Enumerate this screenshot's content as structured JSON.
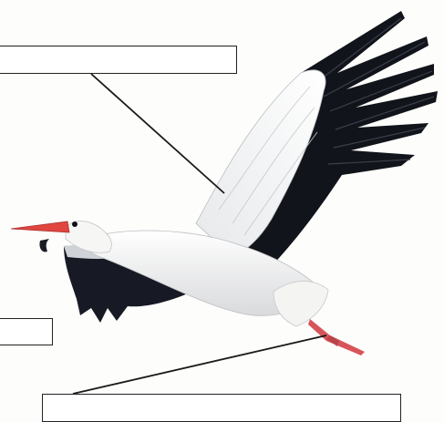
{
  "worksheet": {
    "label_boxes": [
      {
        "id": "top",
        "text": ""
      },
      {
        "id": "left",
        "text": ""
      },
      {
        "id": "bottom",
        "text": ""
      }
    ]
  },
  "colors": {
    "plumage_white": "#f1f1ef",
    "flight_feathers": "#13151d",
    "beak_red": "#e0453f",
    "leg_red": "#d7555a",
    "leader_line": "#1a1a1a"
  },
  "illustration": {
    "subject": "stork-in-flight-icon"
  }
}
